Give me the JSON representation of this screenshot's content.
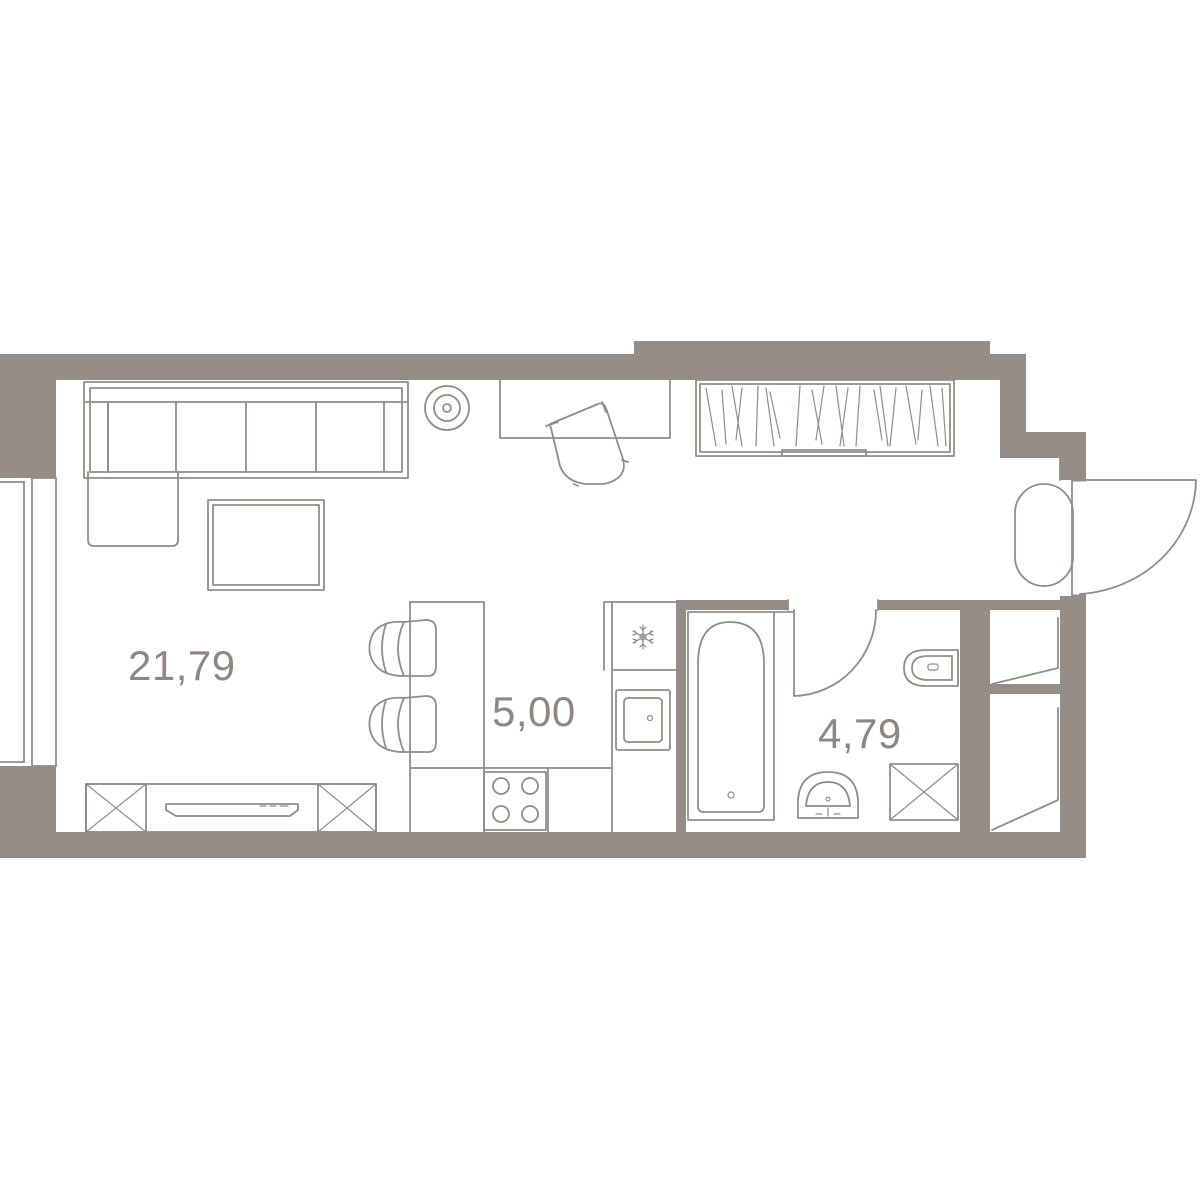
{
  "plan": {
    "rooms": [
      {
        "id": "living",
        "area": "21,79"
      },
      {
        "id": "kitchen",
        "area": "5,00"
      },
      {
        "id": "bathroom",
        "area": "4,79"
      }
    ]
  },
  "colors": {
    "wall": "#958c86",
    "line": "#958c86",
    "label": "#8f8681",
    "background": "#ffffff"
  },
  "icons": [
    "sofa-icon",
    "coffee-table-icon",
    "floor-lamp-icon",
    "desk-icon",
    "desk-chair-icon",
    "wardrobe-icon",
    "bar-stool-icon",
    "tv-stand-icon",
    "refrigerator-snowflake-icon",
    "kitchen-sink-icon",
    "cooktop-icon",
    "bathtub-icon",
    "washbasin-icon",
    "toilet-icon",
    "shower-cabinet-icon",
    "built-in-closet-icon",
    "entrance-door-icon",
    "window-icon"
  ]
}
